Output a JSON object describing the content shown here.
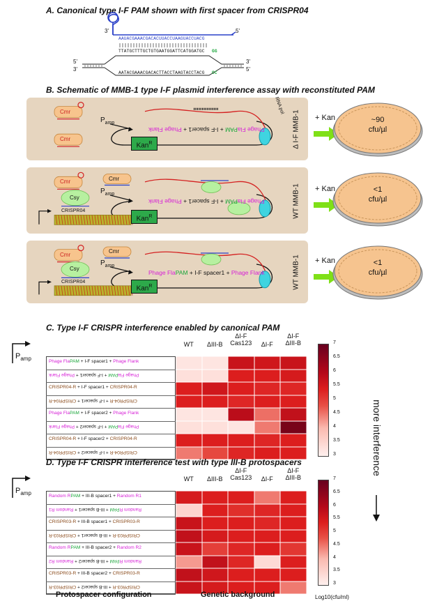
{
  "titles": {
    "A": "A. Canonical type I-F PAM shown with first spacer from CRISPR04",
    "B": "B. Schematic of MMB-1 type I-F plasmid interference assay with reconstituted PAM",
    "C": "C. Type I-F CRISPR interference enabled by canonical PAM",
    "D": "D. Type I-F CRISPR interference test with type III-B protospacers"
  },
  "panelA": {
    "crrna": "AAUACGAAACGACACUUACCUAAGUACCUACG",
    "top_strand": "TTATGCTTTGCTGTGAATGGATTCATGGATGC",
    "top_pam": "GG",
    "bottom_strand": "AATACGAAACGACACTTACCTAAGTACCTACG",
    "bottom_pam": "CC",
    "end5": "5'",
    "end3": "3'"
  },
  "panelB": {
    "rows": [
      {
        "strain": "Δ I-F MMB-1",
        "kan": "+ Kan",
        "cfu_value": "~90",
        "cfu_unit": "cfu/µl"
      },
      {
        "strain": "WT MMB-1",
        "kan": "+ Kan",
        "cfu_value": "<1",
        "cfu_unit": "cfu/µl"
      },
      {
        "strain": "WT MMB-1",
        "kan": "+ Kan",
        "cfu_value": "<1",
        "cfu_unit": "cfu/µl"
      }
    ],
    "cmr": "Cmr",
    "csy": "Csy",
    "crispr": "CRISPR04",
    "kan_r": "Kan",
    "kan_sup": "R",
    "p_amp": "P",
    "p_sub": "amp",
    "rna_pol": "RNA pol",
    "construct_pre": "Phage Fla",
    "construct_pam": "PAM",
    "construct_mid": " + I-F spacer1 + ",
    "construct_post": "Phage Flank"
  },
  "heatmap_common": {
    "columns": [
      "WT",
      "ΔIII-B",
      "ΔI-F\nCas123",
      "ΔI-F",
      "ΔI-F\nΔIII-B"
    ],
    "colorbar_ticks": [
      "7",
      "6.5",
      "6",
      "5.5",
      "5",
      "4.5",
      "4",
      "3.5",
      "3"
    ],
    "colorbar_label": "Log10(cfu/ml)",
    "side_label": "more interference",
    "p_label": "P",
    "p_sub": "amp",
    "footer_left": "Protospacer configuration",
    "footer_right": "Genetic background"
  },
  "panelC": {
    "rows": [
      {
        "parts": [
          [
            "Phage Fla",
            "mag"
          ],
          [
            "PAM",
            "grn"
          ],
          [
            " + I-F spacer1 + ",
            ""
          ],
          [
            "Phage Flank",
            "mag"
          ]
        ],
        "flipped": false
      },
      {
        "parts": [
          [
            "Phage Fla",
            "mag"
          ],
          [
            "PAM",
            "grn"
          ],
          [
            " + I-F spacer1 + ",
            ""
          ],
          [
            "Phage Flank",
            "mag"
          ]
        ],
        "flipped": true
      },
      {
        "parts": [
          [
            "CRISPR04-R",
            "brn"
          ],
          [
            " + I-F spacer1 + ",
            ""
          ],
          [
            "CRISPR04-R",
            "brn"
          ]
        ],
        "flipped": false
      },
      {
        "parts": [
          [
            "CRISPR04-R",
            "brn"
          ],
          [
            " + I-F spacer1 + ",
            ""
          ],
          [
            "CRISPR04-R",
            "brn"
          ]
        ],
        "flipped": true
      },
      {
        "parts": [
          [
            "Phage Fla",
            "mag"
          ],
          [
            "PAM",
            "grn"
          ],
          [
            " + I-F spacer2 + ",
            ""
          ],
          [
            "Phage Flank",
            "mag"
          ]
        ],
        "flipped": false
      },
      {
        "parts": [
          [
            "Phage Fla",
            "mag"
          ],
          [
            "PAM",
            "grn"
          ],
          [
            " + I-F spacer2 + ",
            ""
          ],
          [
            "Phage Flank",
            "mag"
          ]
        ],
        "flipped": true
      },
      {
        "parts": [
          [
            "CRISPR04-R",
            "brn"
          ],
          [
            " + I-F spacer2 + ",
            ""
          ],
          [
            "CRISPR04-R",
            "brn"
          ]
        ],
        "flipped": false
      },
      {
        "parts": [
          [
            "CRISPR04-R",
            "brn"
          ],
          [
            " + I-F spacer2 + ",
            ""
          ],
          [
            "CRISPR04-R",
            "brn"
          ]
        ],
        "flipped": true
      }
    ],
    "values": [
      [
        3.2,
        3.2,
        5.9,
        5.8,
        5.9
      ],
      [
        3.3,
        3.3,
        5.6,
        5.6,
        5.7
      ],
      [
        5.6,
        5.8,
        5.6,
        5.5,
        5.5
      ],
      [
        5.6,
        5.6,
        5.5,
        5.6,
        5.6
      ],
      [
        3.2,
        3.2,
        6.1,
        4.7,
        6.0
      ],
      [
        3.3,
        3.3,
        3.2,
        4.6,
        6.8
      ],
      [
        5.6,
        5.6,
        5.6,
        5.5,
        5.6
      ],
      [
        4.6,
        5.1,
        5.5,
        5.6,
        5.6
      ]
    ]
  },
  "panelD": {
    "rows": [
      {
        "parts": [
          [
            "Random R",
            "mag"
          ],
          [
            "PAM",
            "grn"
          ],
          [
            " + III-B spacer1 + ",
            ""
          ],
          [
            "Random R1",
            "mag"
          ]
        ],
        "flipped": false
      },
      {
        "parts": [
          [
            "Random R",
            "mag"
          ],
          [
            "PAM",
            "grn"
          ],
          [
            " + III-B spacer1 + ",
            ""
          ],
          [
            "Random R1",
            "mag"
          ]
        ],
        "flipped": true
      },
      {
        "parts": [
          [
            "CRISPR03-R",
            "brn"
          ],
          [
            " + III-B spacer1 + ",
            ""
          ],
          [
            "CRISPR03-R",
            "brn"
          ]
        ],
        "flipped": false
      },
      {
        "parts": [
          [
            "CRISPR03-R",
            "brn"
          ],
          [
            " + III-B spacer1 + ",
            ""
          ],
          [
            "CRISPR03-R",
            "brn"
          ]
        ],
        "flipped": true
      },
      {
        "parts": [
          [
            "Random R",
            "mag"
          ],
          [
            "PAM",
            "grn"
          ],
          [
            " + III-B spacer2 + ",
            ""
          ],
          [
            "Random R2",
            "mag"
          ]
        ],
        "flipped": false
      },
      {
        "parts": [
          [
            "Random R",
            "mag"
          ],
          [
            "PAM",
            "grn"
          ],
          [
            " + III-B spacer2 + ",
            ""
          ],
          [
            "Random R2",
            "mag"
          ]
        ],
        "flipped": true
      },
      {
        "parts": [
          [
            "CRISPR03-R",
            "brn"
          ],
          [
            " + III-B spacer2 + ",
            ""
          ],
          [
            "CRISPR03-R",
            "brn"
          ]
        ],
        "flipped": false
      },
      {
        "parts": [
          [
            "CRISPR03-R",
            "brn"
          ],
          [
            " + III-B spacer2 + ",
            ""
          ],
          [
            "CRISPR03-R",
            "brn"
          ]
        ],
        "flipped": true
      }
    ],
    "values": [
      [
        5.7,
        5.6,
        5.6,
        4.6,
        5.6
      ],
      [
        3.5,
        5.6,
        5.4,
        5.5,
        5.6
      ],
      [
        5.9,
        5.6,
        5.6,
        5.5,
        5.6
      ],
      [
        6.0,
        5.7,
        5.6,
        5.6,
        5.6
      ],
      [
        5.9,
        5.2,
        5.5,
        5.6,
        5.3
      ],
      [
        4.3,
        6.0,
        5.5,
        3.4,
        5.6
      ],
      [
        6.0,
        5.8,
        5.6,
        5.6,
        5.6
      ],
      [
        5.9,
        5.7,
        5.6,
        5.6,
        4.6
      ]
    ]
  },
  "colors": {
    "panel_bg": "#e6d5bf",
    "plate_fill": "#f6c48f",
    "arrow_green": "#7fe017",
    "csy_green": "#b7f0a0",
    "cmr_orange": "#f7c48d",
    "magenta": "#d61ed6",
    "pam_green": "#1aa53a",
    "crispr_brown": "#8a4a1a",
    "heat_low": "#fde0dd",
    "heat_high": "#67001f"
  }
}
